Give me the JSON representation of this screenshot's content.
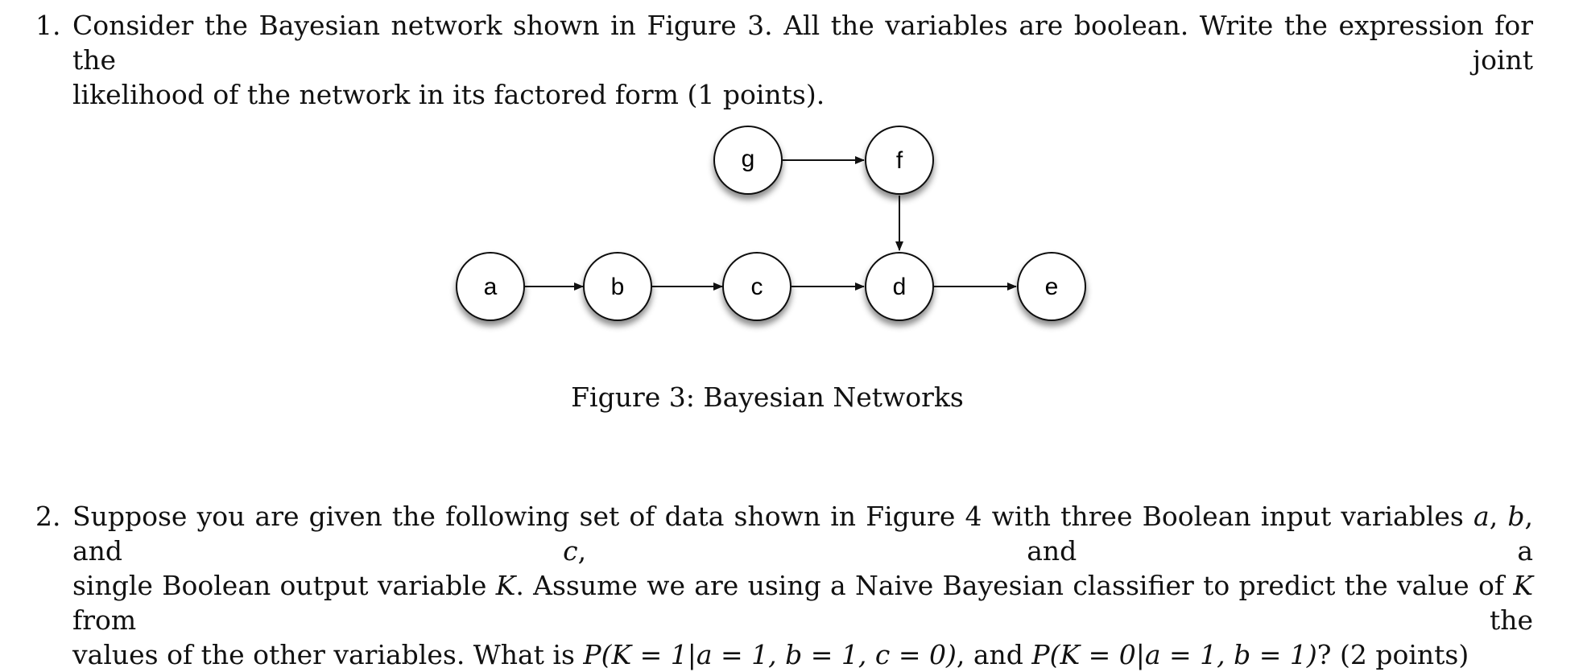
{
  "question1": {
    "number": "1.",
    "line1": "Consider the Bayesian network shown in Figure 3. All the variables are boolean. Write the expression for the joint",
    "line2": "likelihood of the network in its factored form (1 points)."
  },
  "figure": {
    "caption": "Figure 3: Bayesian Networks",
    "nodes": {
      "a": "a",
      "b": "b",
      "c": "c",
      "d": "d",
      "e": "e",
      "f": "f",
      "g": "g"
    }
  },
  "question2": {
    "number": "2.",
    "line1_part1": "Suppose you are given the following set of data shown in Figure 4 with three Boolean input variables ",
    "var_a": "a",
    "sep1": ", ",
    "var_b": "b",
    "sep2": ", and ",
    "var_c": "c",
    "line1_part2": ", and a",
    "line2_part1": "single Boolean output variable ",
    "var_K": "K",
    "line2_part2": ". Assume we are using a Naive Bayesian classifier to predict the value of ",
    "var_K2": "K",
    "line2_part3": " from the",
    "line3_part1": "values of the other variables. What is ",
    "expr1": "P(K = 1|a = 1, b = 1, c = 0)",
    "line3_part2": ", and ",
    "expr2": "P(K = 0|a = 1, b = 1)",
    "line3_part3": "? (2 points)"
  }
}
